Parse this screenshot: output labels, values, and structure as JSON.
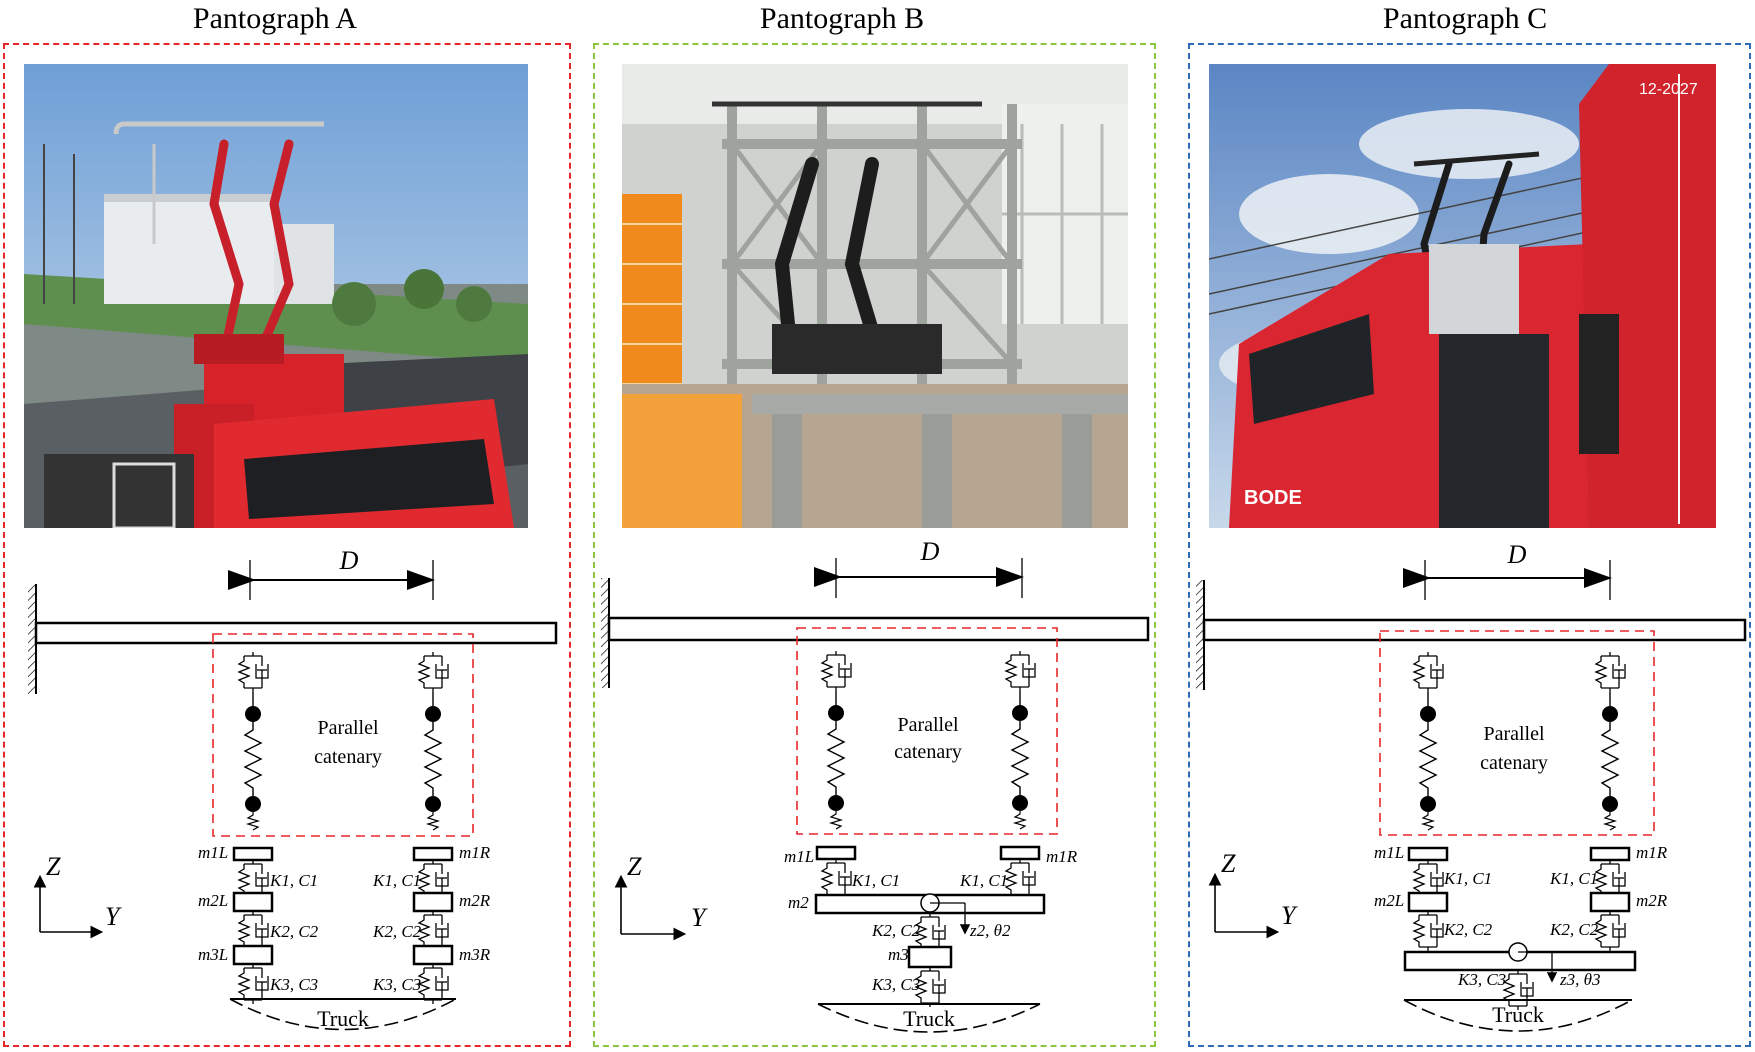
{
  "panels": [
    {
      "title": "Pantograph A",
      "frame_color": "#e8262a",
      "labels": {
        "D": "D",
        "catenary_line1": "Parallel",
        "catenary_line2": "catenary",
        "m1L": "m1L",
        "m1R": "m1R",
        "m2L": "m2L",
        "m2R": "m2R",
        "m3L": "m3L",
        "m3R": "m3R",
        "K1C1": "K1, C1",
        "K2C2": "K2, C2",
        "K3C3": "K3, C3",
        "truck": "Truck",
        "axis_z": "Z",
        "axis_y": "Y"
      }
    },
    {
      "title": "Pantograph B",
      "frame_color": "#8cc63e",
      "labels": {
        "D": "D",
        "catenary_line1": "Parallel",
        "catenary_line2": "catenary",
        "m1L": "m1L",
        "m1R": "m1R",
        "m2": "m2",
        "m3": "m3",
        "K1C1": "K1, C1",
        "K2C2": "K2, C2",
        "K3C3": "K3, C3",
        "z2theta2": "z2, θ2",
        "truck": "Truck",
        "axis_z": "Z",
        "axis_y": "Y"
      }
    },
    {
      "title": "Pantograph C",
      "frame_color": "#2f6bb5",
      "labels": {
        "D": "D",
        "catenary_line1": "Parallel",
        "catenary_line2": "catenary",
        "m1L": "m1L",
        "m1R": "m1R",
        "m2L": "m2L",
        "m2R": "m2R",
        "K1C1": "K1, C1",
        "K2C2": "K2, C2",
        "K3C3": "K3, C3",
        "z3theta3": "z3, θ3",
        "truck": "Truck",
        "axis_z": "Z",
        "axis_y": "Y"
      }
    }
  ],
  "photo_marks": {
    "c_cab_text": "BODE",
    "c_plate": "12-2027"
  }
}
